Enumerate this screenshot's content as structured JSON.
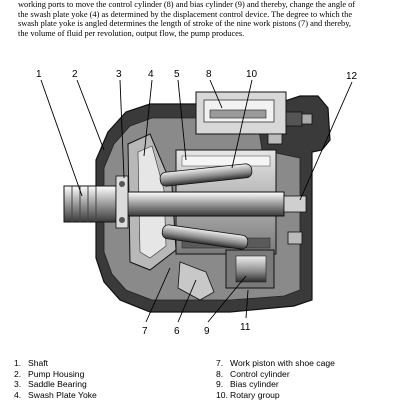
{
  "intro_lines": [
    "working ports to move the control cylinder (8) and bias cylinder (9) and thereby, change the angle of",
    "the swash plate yoke (4) as determined by the displacement control device. The degree to which the",
    "swash plate yoke is angled determines the length of stroke of the nine work pistons (7) and thereby,",
    "the volume of fluid per revolution, output flow, the pump produces."
  ],
  "callouts": [
    "1",
    "2",
    "3",
    "4",
    "5",
    "8",
    "10",
    "12",
    "7",
    "6",
    "9",
    "11"
  ],
  "legend_left": [
    {
      "num": "1.",
      "label": "Shaft"
    },
    {
      "num": "2.",
      "label": "Pump Housing"
    },
    {
      "num": "3.",
      "label": "Saddle Bearing"
    },
    {
      "num": "4.",
      "label": "Swash Plate Yoke"
    }
  ],
  "legend_right": [
    {
      "num": "7.",
      "label": "Work piston with shoe cage"
    },
    {
      "num": "8.",
      "label": "Control cylinder"
    },
    {
      "num": "9.",
      "label": "Bias cylinder"
    },
    {
      "num": "10.",
      "label": "Rotary group"
    }
  ],
  "colors": {
    "housing_dark": "#3a3a3a",
    "housing_mid": "#8a8a8a",
    "housing_light": "#c8c8c8",
    "highlight": "#eeeeee"
  }
}
